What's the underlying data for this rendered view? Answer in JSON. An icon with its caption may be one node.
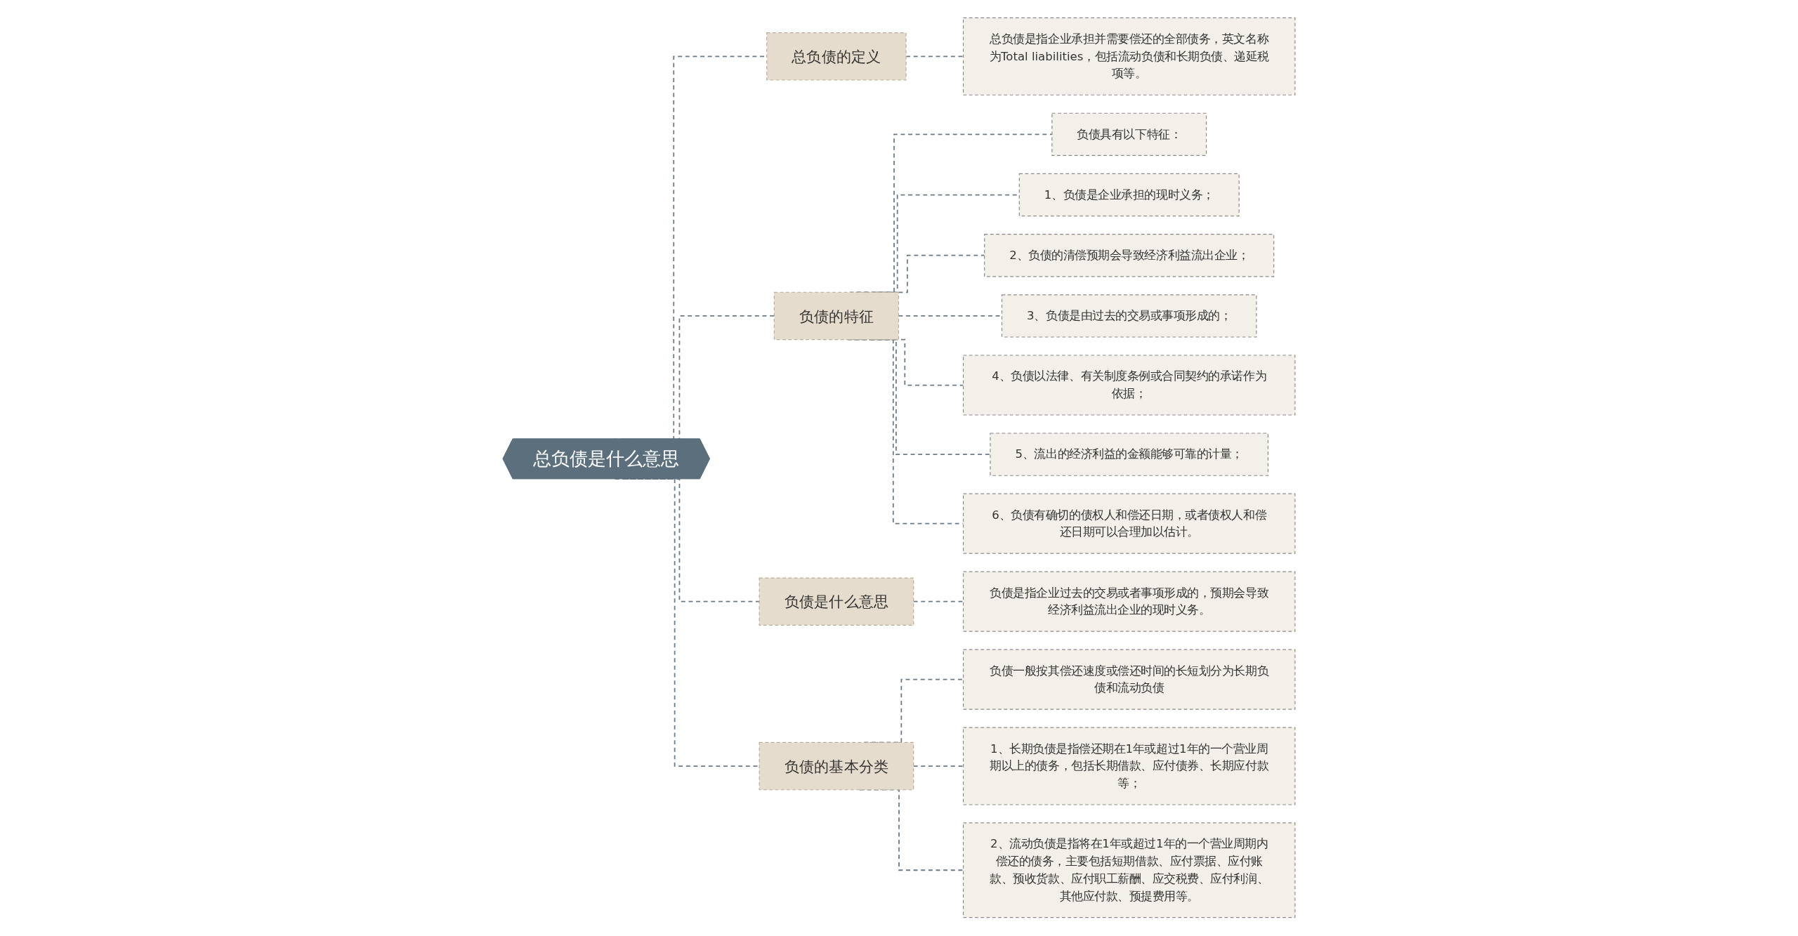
{
  "diagram": {
    "nodes": [
      {
        "text": [
          "总负债是什么意思"
        ]
      },
      {
        "text": [
          "总负债的定义"
        ]
      },
      {
        "text": [
          "总负债是指企业承担并需要偿还的全部债务，英文名称为Total liabilities，包括流动负债和长期负债、递延税项等。"
        ]
      },
      {
        "text": [
          "负债的特征"
        ]
      },
      {
        "text": [
          "负债具有以下特征："
        ]
      },
      {
        "text": [
          "1、负债是企业承担的现时义务；"
        ]
      },
      {
        "text": [
          "2、负债的清偿预期会导致经济利益流出企业；"
        ]
      },
      {
        "text": [
          "3、负债是由过去的交易或事项形成的；"
        ]
      },
      {
        "text": [
          "4、负债以法律、有关制度条例或合同契约的承诺作为依据；"
        ]
      },
      {
        "text": [
          "5、流出的经济利益的金额能够可靠的计量；"
        ]
      },
      {
        "text": [
          "6、负债有确切的债权人和偿还日期，或者债权人和偿还日期可以合理加以估计。"
        ]
      },
      {
        "text": [
          "负债是什么意思"
        ]
      },
      {
        "text": [
          "负债是指企业过去的交易或者事项形成的，预期会导致经济利益流出企业的现时义务。"
        ]
      },
      {
        "text": [
          "负债的基本分类"
        ]
      },
      {
        "text": [
          "负债一般按其偿还速度或偿还时间的长短划分为长期负债和流动负债"
        ]
      },
      {
        "text": [
          "1、长期负债是指偿还期在1年或超过1年的一个营业周期以上的债务，包括长期借款、应付债券、长期应付款等；"
        ]
      },
      {
        "text": [
          "2、流动负债是指将在1年或超过1年的一个营业周期内偿还的债务，主要包括短期借款、应付票据、应付账款、预收货款、应付职工薪酬、应交税费、应付利润、其他应付款、预提费用等。"
        ]
      }
    ],
    "edges": [
      {
        "from": 0,
        "to": 1,
        "arrow": "none",
        "style": "dashed"
      },
      {
        "from": 1,
        "to": 2,
        "arrow": "none",
        "style": "dashed"
      },
      {
        "from": 0,
        "to": 3,
        "arrow": "none",
        "style": "dashed"
      },
      {
        "from": 3,
        "to": 4,
        "arrow": "none",
        "style": "dashed"
      },
      {
        "from": 3,
        "to": 5,
        "arrow": "none",
        "style": "dashed"
      },
      {
        "from": 3,
        "to": 6,
        "arrow": "none",
        "style": "dashed"
      },
      {
        "from": 3,
        "to": 7,
        "arrow": "none",
        "style": "dashed"
      },
      {
        "from": 3,
        "to": 8,
        "arrow": "none",
        "style": "dashed"
      },
      {
        "from": 3,
        "to": 9,
        "arrow": "none",
        "style": "dashed"
      },
      {
        "from": 3,
        "to": 10,
        "arrow": "none",
        "style": "dashed"
      },
      {
        "from": 0,
        "to": 11,
        "arrow": "none",
        "style": "dashed"
      },
      {
        "from": 11,
        "to": 12,
        "arrow": "none",
        "style": "dashed"
      },
      {
        "from": 0,
        "to": 13,
        "arrow": "none",
        "style": "dashed"
      },
      {
        "from": 13,
        "to": 14,
        "arrow": "none",
        "style": "dashed"
      },
      {
        "from": 13,
        "to": 15,
        "arrow": "none",
        "style": "dashed"
      },
      {
        "from": 13,
        "to": 16,
        "arrow": "none",
        "style": "dashed"
      }
    ]
  }
}
